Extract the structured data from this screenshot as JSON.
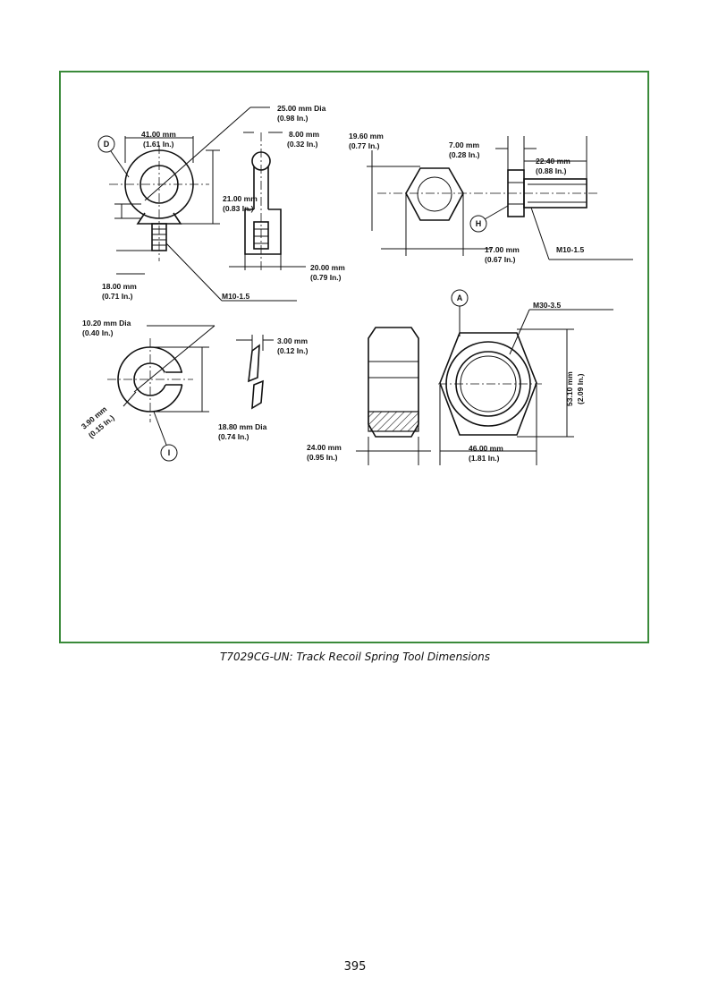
{
  "figure": {
    "caption": "T7029CG-UN: Track Recoil Spring Tool Dimensions",
    "callouts": {
      "D": "D",
      "H": "H",
      "A": "A",
      "I": "I"
    },
    "eyebolt": {
      "outer_dia_mm": "41.00 mm",
      "outer_dia_in": "(1.61 In.)",
      "inner_dia_mm": "25.00 mm Dia",
      "inner_dia_in": "(0.98 In.)",
      "thickness_mm": "8.00 mm",
      "thickness_in": "(0.32 In.)",
      "ring_height_mm": "21.00 mm",
      "ring_height_in": "(0.83 In.)",
      "stem_dia_mm": "18.00 mm",
      "stem_dia_in": "(0.71 In.)",
      "thread": "M10-1.5",
      "shank_mm": "20.00 mm",
      "shank_in": "(0.79 In.)"
    },
    "hex_bolt": {
      "head_height_mm": "19.60 mm",
      "head_height_in": "(0.77 In.)",
      "head_thk_mm": "7.00 mm",
      "head_thk_in": "(0.28 In.)",
      "shank_len_mm": "22.40 mm",
      "shank_len_in": "(0.88 In.)",
      "across_flats_mm": "17.00 mm",
      "across_flats_in": "(0.67 In.)",
      "thread": "M10-1.5"
    },
    "lock_washer": {
      "inner_dia_mm": "10.20 mm Dia",
      "inner_dia_in": "(0.40 In.)",
      "gap_mm": "3.90 mm",
      "gap_in": "(0.15 In.)",
      "outer_dia_mm": "18.80 mm Dia",
      "outer_dia_in": "(0.74 In.)",
      "thickness_mm": "3.00 mm",
      "thickness_in": "(0.12 In.)"
    },
    "nut": {
      "thread": "M30-3.5",
      "height_mm": "53.10 mm",
      "height_in": "(2.09 In.)",
      "thickness_mm": "24.00 mm",
      "thickness_in": "(0.95 In.)",
      "across_flats_mm": "46.00 mm",
      "across_flats_in": "(1.81 In.)"
    }
  },
  "page_number": "395"
}
